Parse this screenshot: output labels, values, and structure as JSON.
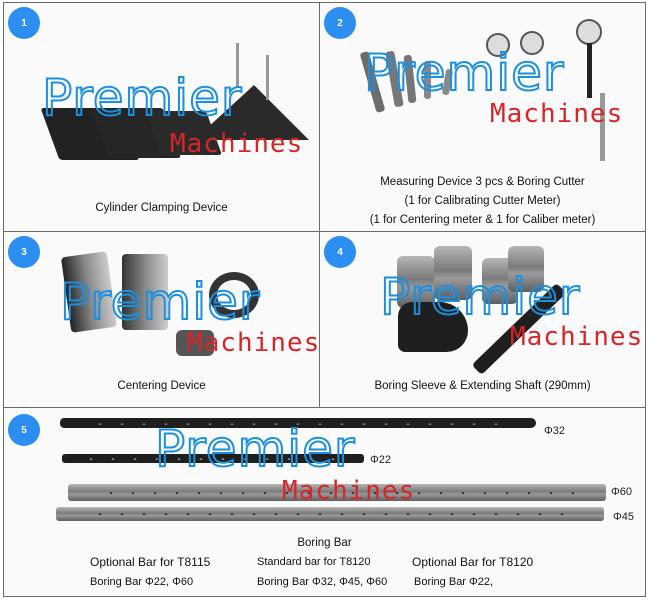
{
  "watermark": {
    "line1": "Premier",
    "line2": "Machines"
  },
  "colors": {
    "badge": "#2b8ef0",
    "watermark_blue": "#1b8fe0",
    "watermark_red": "#d6262a"
  },
  "panels": [
    {
      "number": "1",
      "caption": "Cylinder Clamping Device"
    },
    {
      "number": "2",
      "caption_lines": [
        "Measuring Device 3 pcs & Boring Cutter",
        "(1 for Calibrating Cutter Meter)",
        "(1 for Centering meter & 1 for Caliber meter)"
      ]
    },
    {
      "number": "3",
      "caption": "Centering Device"
    },
    {
      "number": "4",
      "caption": "Boring Sleeve & Extending Shaft (290mm)"
    },
    {
      "number": "5",
      "caption": "Boring Bar",
      "bars": [
        {
          "label": "Φ32"
        },
        {
          "label": "Φ22"
        },
        {
          "label": "Φ60"
        },
        {
          "label": "Φ45"
        }
      ],
      "specs": [
        {
          "title": "Optional Bar for T8115",
          "detail": "Boring Bar Φ22, Φ60"
        },
        {
          "title": "Standard bar for T8120",
          "detail": "Boring Bar Φ32, Φ45, Φ60"
        },
        {
          "title": "Optional Bar for T8120",
          "detail": "Boring Bar Φ22,"
        }
      ]
    }
  ]
}
